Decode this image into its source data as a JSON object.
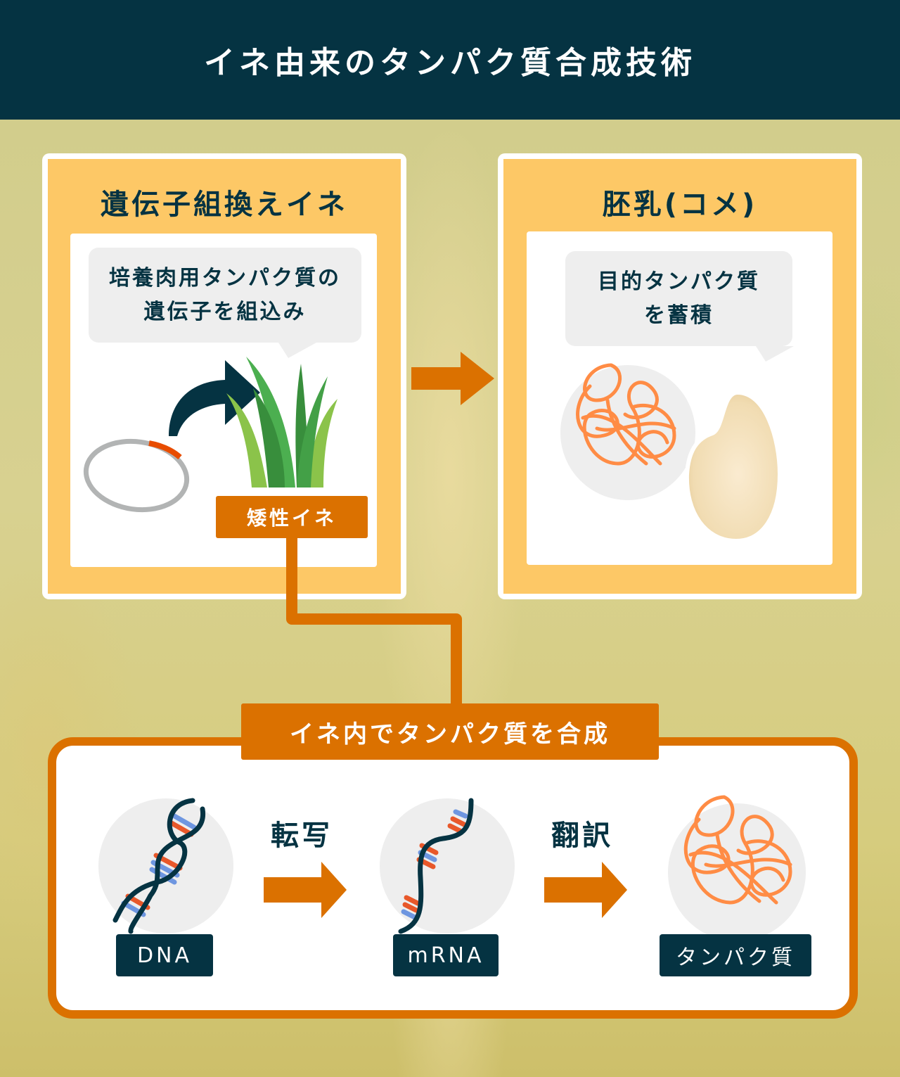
{
  "header": {
    "title": "イネ由来のタンパク質合成技術"
  },
  "left_card": {
    "title": "遺伝子組換えイネ",
    "bubble_lines": [
      "培養肉用タンパク質の",
      "遺伝子を組込み"
    ],
    "plant_label": "矮性イネ",
    "icons": [
      "plasmid-icon",
      "curved-arrow-icon",
      "rice-plant-icon"
    ]
  },
  "right_card": {
    "title": "胚乳(コメ)",
    "bubble_lines": [
      "目的タンパク質",
      "を蓄積"
    ],
    "icons": [
      "protein-tangle-icon",
      "rice-grain-icon"
    ]
  },
  "flow_arrow": {
    "icon": "right-arrow-icon"
  },
  "synthesis": {
    "title": "イネ内でタンパク質を合成",
    "steps": [
      {
        "label": "DNA",
        "icon": "dna-helix-icon"
      },
      {
        "label": "mRNA",
        "icon": "mrna-strand-icon"
      },
      {
        "label": "タンパク質",
        "icon": "protein-tangle-icon"
      }
    ],
    "transitions": [
      {
        "label": "転写"
      },
      {
        "label": "翻訳"
      }
    ]
  },
  "colors": {
    "navy": "#053342",
    "card_yellow": "#fdc866",
    "orange": "#db7100",
    "protein_orange": "#ff8c45",
    "bubble_gray": "#eeeeee",
    "dna_red": "#e8582a",
    "dna_blue": "#6e96e0"
  }
}
